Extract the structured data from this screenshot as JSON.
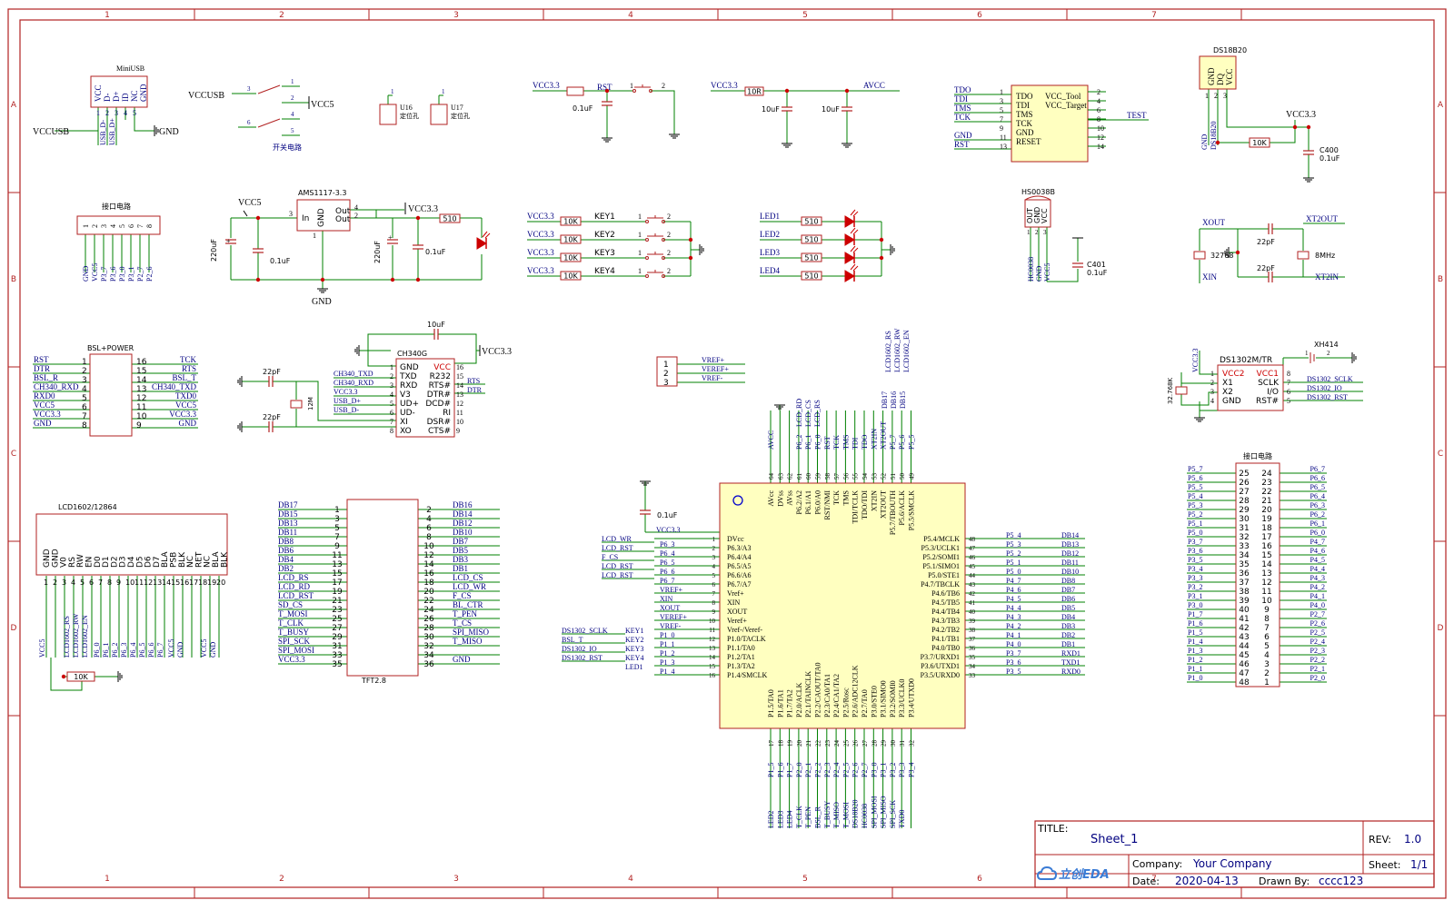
{
  "colors": {
    "frame": "#b22222",
    "wire": "#008000",
    "part": "#b22222",
    "label": "#000080",
    "net": "#000000",
    "ic_fill": "#ffffc0",
    "junction": "#cc0000",
    "title_text": "#000080"
  },
  "grid": {
    "cols": [
      "1",
      "2",
      "3",
      "4",
      "5",
      "6",
      "7"
    ],
    "rows": [
      "A",
      "B",
      "C",
      "D"
    ]
  },
  "title_block": {
    "title_label": "TITLE:",
    "title": "Sheet_1",
    "rev_label": "REV:",
    "rev": "1.0",
    "company_label": "Company:",
    "company": "Your Company",
    "sheet_label": "Sheet:",
    "sheet": "1/1",
    "date_label": "Date:",
    "date": "2020-04-13",
    "drawn_label": "Drawn By:",
    "drawn": "cccc123",
    "logo_text": "立创EDA"
  },
  "blocks": {
    "miniusb": {
      "name": "MiniUSB",
      "pins": [
        "VCC",
        "D-",
        "D+",
        "ID",
        "NC",
        "GND"
      ],
      "pin_nums": [
        "1",
        "2",
        "3",
        "4",
        "5"
      ],
      "nets_bottom": [
        "USB_D-",
        "USB_D+"
      ],
      "left_net": "VCCUSB",
      "right_net": "GND"
    },
    "switch": {
      "left_net": "VCCUSB",
      "right_net": "VCC5",
      "caption": "开关电路",
      "pins": [
        "1",
        "2",
        "3",
        "4",
        "5",
        "6"
      ]
    },
    "mount": [
      {
        "ref": "U16",
        "desc": "定位孔",
        "pin": "1"
      },
      {
        "ref": "U17",
        "desc": "定位孔",
        "pin": "1"
      }
    ],
    "reset": {
      "vcc": "VCC3.3",
      "net": "RST",
      "cap": "0.1uF",
      "p1": "1",
      "p2": "2"
    },
    "avcc": {
      "vcc": "VCC3.3",
      "res": "10R",
      "net": "AVCC",
      "c1": "10uF",
      "c2": "10uF"
    },
    "jtag": {
      "left": [
        "TDO",
        "TDI",
        "TMS",
        "TCK",
        "GND",
        "RST"
      ],
      "left_nums": [
        "1",
        "3",
        "5",
        "7",
        "9",
        "11",
        "13"
      ],
      "inner_left": [
        "TDO",
        "TDI",
        "TMS",
        "TCK",
        "GND",
        "RESET"
      ],
      "inner_right": [
        "VCC_Tool",
        "VCC_Target"
      ],
      "right_nums": [
        "2",
        "4",
        "6",
        "8",
        "10",
        "12",
        "14"
      ],
      "right_net": "TEST"
    },
    "ds18b20": {
      "name": "DS18B20",
      "pins": [
        "GND",
        "DQ",
        "VCC"
      ],
      "pin_nums": [
        "1",
        "2",
        "3"
      ],
      "nets": [
        "GND",
        "DS18B20"
      ],
      "res": "10K",
      "vcc": "VCC3.3",
      "cap_ref": "C400",
      "cap": "0.1uF"
    },
    "header8": {
      "name": "接口电路",
      "pins": [
        "1",
        "2",
        "3",
        "4",
        "5",
        "6",
        "7",
        "8"
      ],
      "nets": [
        "GND",
        "VCC5",
        "P3_7",
        "P3_6",
        "P3_0",
        "P3_1",
        "P2_7",
        "P2_6"
      ]
    },
    "regulator": {
      "vin": "VCC5",
      "name": "AMS1117-3.3",
      "pins": [
        "In",
        "GND",
        "Out",
        "Out"
      ],
      "pin_nums": [
        "3",
        "1",
        "4",
        "2"
      ],
      "vout": "VCC3.3",
      "res": "510",
      "c1": "220uF",
      "c2": "0.1uF",
      "c3": "220uF",
      "c4": "0.1uF",
      "gnd": "GND"
    },
    "keys": {
      "vcc": [
        "VCC3.3",
        "VCC3.3",
        "VCC3.3",
        "VCC3.3"
      ],
      "res": [
        "10K",
        "10K",
        "10K",
        "10K"
      ],
      "names": [
        "KEY1",
        "KEY2",
        "KEY3",
        "KEY4"
      ]
    },
    "leds": {
      "names": [
        "LED1",
        "LED2",
        "LED3",
        "LED4"
      ],
      "res": [
        "510",
        "510",
        "510",
        "510"
      ]
    },
    "hs0038": {
      "name": "HS0038B",
      "pins": [
        "OUT",
        "GND",
        "VCC"
      ],
      "pin_nums": [
        "1",
        "2",
        "3"
      ],
      "nets": [
        "HC0038",
        "GND",
        "VCC5"
      ],
      "cap_ref": "C401",
      "cap": "0.1uF"
    },
    "crystals": {
      "xout": "XOUT",
      "xin": "XIN",
      "xt2out": "XT2OUT",
      "xt2in": "XT2IN",
      "x1": "32768",
      "x2": "8MHz",
      "c": "22pF"
    },
    "bsl": {
      "name": "BSL+POWER",
      "left": [
        "RST",
        "DTR",
        "BSL_R",
        "CH340_RXD",
        "RXD0",
        "VCC5",
        "VCC3.3",
        "GND"
      ],
      "left_nums": [
        "1",
        "2",
        "3",
        "4",
        "5",
        "6",
        "7",
        "8"
      ],
      "right_nums": [
        "16",
        "15",
        "14",
        "13",
        "12",
        "11",
        "10",
        "9"
      ],
      "right": [
        "TCK",
        "RTS",
        "BSL_T",
        "CH340_TXD",
        "TXD0",
        "VCC5",
        "VCC3.3",
        "GND"
      ]
    },
    "ch340": {
      "name": "CH340G",
      "cap": "10uF",
      "vcc": "VCC3.3",
      "c1": "22pF",
      "c2": "22pF",
      "xtal": "12M",
      "left": [
        "GND",
        "TXD",
        "RXD",
        "V3",
        "UD+",
        "UD-",
        "XI",
        "XO"
      ],
      "left_nums": [
        "1",
        "2",
        "3",
        "4",
        "5",
        "6",
        "7",
        "8"
      ],
      "right": [
        "VCC",
        "R232",
        "RTS#",
        "DTR#",
        "DCD#",
        "RI",
        "DSR#",
        "CTS#"
      ],
      "right_nums": [
        "16",
        "15",
        "14",
        "13",
        "12",
        "11",
        "10",
        "9"
      ],
      "nets_left": [
        "CH340_TXD",
        "CH340_RXD",
        "VCC3.3",
        "USB_D+",
        "USB_D-"
      ],
      "nets_right": [
        "RTS",
        "DTR"
      ]
    },
    "vref": {
      "pins": [
        "1",
        "2",
        "3"
      ],
      "nets": [
        "VREF+",
        "VEREF+",
        "VREF-"
      ]
    },
    "ds1302": {
      "name": "DS1302M/TR",
      "xtal": "32.768K",
      "bat": "XH414",
      "bat_pins": [
        "1",
        "2"
      ],
      "vcc": "VCC3.3",
      "left": [
        "VCC2",
        "X1",
        "X2",
        "GND"
      ],
      "left_nums": [
        "1",
        "2",
        "3",
        "4"
      ],
      "right": [
        "VCC1",
        "SCLK",
        "I/O",
        "RST#"
      ],
      "right_nums": [
        "8",
        "7",
        "6",
        "5"
      ],
      "nets": [
        "DS1302_SCLK",
        "DS1302_IO",
        "DS1302_RST"
      ]
    },
    "lcd1602": {
      "name": "LCD1602/12864",
      "pins": [
        "GND",
        "GND",
        "V0",
        "RS",
        "RW",
        "EN",
        "D0",
        "D1",
        "D2",
        "D3",
        "D4",
        "D5",
        "D6",
        "D7",
        "BLA",
        "PSB",
        "BLK",
        "NC",
        "RET",
        "NC",
        "BLA",
        "BLK"
      ],
      "nums": [
        "1",
        "2",
        "3",
        "4",
        "5",
        "6",
        "7",
        "8",
        "9",
        "10",
        "11",
        "12",
        "13",
        "14",
        "15",
        "16",
        "17",
        "18",
        "19",
        "20"
      ],
      "nets": [
        "VCC5",
        "LCD1602_RS",
        "LCD1602_RW",
        "LCD1602_EN",
        "P6_0",
        "P6_1",
        "P6_2",
        "P6_3",
        "P6_4",
        "P6_5",
        "P6_6",
        "P6_7",
        "VCC5",
        "GND",
        "VCC5",
        "GND"
      ],
      "pot": "10K"
    },
    "tft": {
      "name": "TFT2.8",
      "left": [
        "DB17",
        "DB15",
        "DB13",
        "DB11",
        "DB8",
        "DB6",
        "DB4",
        "DB2",
        "LCD_RS",
        "LCD_RD",
        "LCD_RST",
        "SD_CS",
        "T_MOSI",
        "T_CLK",
        "T_BUSY",
        "SPI_SCK",
        "SPI_MOSI",
        "VCC3.3"
      ],
      "left_nums": [
        "1",
        "3",
        "5",
        "7",
        "9",
        "11",
        "13",
        "15",
        "17",
        "19",
        "21",
        "23",
        "25",
        "27",
        "29",
        "31",
        "33",
        "35"
      ],
      "right_nums": [
        "2",
        "4",
        "6",
        "8",
        "10",
        "12",
        "14",
        "16",
        "18",
        "20",
        "22",
        "24",
        "26",
        "28",
        "30",
        "32",
        "34",
        "36"
      ],
      "right": [
        "DB16",
        "DB14",
        "DB12",
        "DB10",
        "DB7",
        "DB5",
        "DB3",
        "DB1",
        "LCD_CS",
        "LCD_WR",
        "F_CS",
        "BL_CTR",
        "T_PEN",
        "T_CS",
        "SPI_MISO",
        "T_MISO",
        "",
        "GND"
      ]
    },
    "mcu": {
      "left_nets": [
        "VCC3.3",
        "LCD_WR",
        "LCD_RST",
        "F_CS",
        "LCD_RST",
        "LCD_RST",
        "",
        "",
        "",
        "",
        "",
        "",
        "DS1302_SCLK",
        "BSL_T",
        "DS1302_IO",
        "DS1302_RST",
        ""
      ],
      "left_ports": [
        "",
        "P6_3",
        "P6_4",
        "P6_5",
        "P6_6",
        "P6_7",
        "VREF+",
        "XIN",
        "XOUT",
        "VEREF+",
        "VREF-",
        "P1_0",
        "P1_1",
        "P1_2",
        "P1_3",
        "P1_4"
      ],
      "left_keys": [
        "KEY1",
        "KEY2",
        "KEY3",
        "KEY4",
        "LED1"
      ],
      "left_pins": [
        "DVcc",
        "P6.3/A3",
        "P6.4/A4",
        "P6.5/A5",
        "P6.6/A6",
        "P6.7/A7",
        "Vref+",
        "XIN",
        "XOUT",
        "Veref+",
        "Vref-/Veref-",
        "P1.0/TACLK",
        "P1.1/TA0",
        "P1.2/TA1",
        "P1.3/TA2",
        "P1.4/SMCLK"
      ],
      "left_nums": [
        "1",
        "2",
        "3",
        "4",
        "5",
        "6",
        "7",
        "8",
        "9",
        "10",
        "11",
        "12",
        "13",
        "14",
        "15",
        "16"
      ],
      "right_pins": [
        "P5.4/MCLK",
        "P5.3/UCLK1",
        "P5.2/SOMI1",
        "P5.1/SIMO1",
        "P5.0/STE1",
        "P4.7/TBCLK",
        "P4.6/TB6",
        "P4.5/TB5",
        "P4.4/TB4",
        "P4.3/TB3",
        "P4.2/TB2",
        "P4.1/TB1",
        "P4.0/TB0",
        "P3.7/URXD1",
        "P3.6/UTXD1",
        "P3.5/URXD0"
      ],
      "right_nums": [
        "48",
        "47",
        "46",
        "45",
        "44",
        "43",
        "42",
        "41",
        "40",
        "39",
        "38",
        "37",
        "36",
        "35",
        "34",
        "33"
      ],
      "right_ports": [
        "P5_4",
        "P5_3",
        "P5_2",
        "P5_1",
        "P5_0",
        "P4_7",
        "P4_6",
        "P4_5",
        "P4_4",
        "P4_3",
        "P4_2",
        "P4_1",
        "P4_0",
        "P3_7",
        "P3_6",
        "P3_5"
      ],
      "right_nets": [
        "DB14",
        "DB13",
        "DB12",
        "DB11",
        "DB10",
        "DB8",
        "DB7",
        "DB6",
        "DB5",
        "DB4",
        "DB3",
        "DB2",
        "DB1",
        "RXD1",
        "TXD1",
        "RXD0"
      ],
      "top_pins": [
        "AVcc",
        "DVss",
        "AVss",
        "P6.2/A2",
        "P6.1/A1",
        "P6.0/A0",
        "RST/NMI",
        "TCK",
        "TMS",
        "TDI/TCLK",
        "TDO/TDI",
        "XT2IN",
        "XT2OUT",
        "P5.7/TBOUTH",
        "P5.6/ACLK",
        "P5.5/SMCLK"
      ],
      "top_nums": [
        "64",
        "63",
        "62",
        "61",
        "60",
        "59",
        "58",
        "57",
        "56",
        "55",
        "54",
        "53",
        "52",
        "51",
        "50",
        "49"
      ],
      "top_ports": [
        "AVCC",
        "",
        "",
        "P6_2",
        "P6_1",
        "P6_0",
        "RST",
        "TCK",
        "TMS",
        "TDI",
        "TDO",
        "XT2IN",
        "XT2OUT",
        "P5_7",
        "P5_6",
        "P5_5"
      ],
      "top_nets": [
        "LCD_RD",
        "LCD_CS",
        "LCD_RS",
        "DB17",
        "DB16",
        "DB15",
        "LCD1602_RS",
        "LCD1602_RW",
        "LCD1602_EN"
      ],
      "bottom_pins": [
        "P1.5/TA0",
        "P1.6/TA1",
        "P1.7/TA2",
        "P2.0/ACLK",
        "P2.1/TAINCLK",
        "P2.2/CAOUT/TA0",
        "P2.3/CA0/TA1",
        "P2.4/CA1/TA2",
        "P2.5/Rosc",
        "P2.6/ADC12CLK",
        "P2.7/TA0",
        "P3.0/STE0",
        "P3.1/SIMO0",
        "P3.2/SOMI0",
        "P3.3/UCLK0",
        "P3.4/UTXD0"
      ],
      "bottom_nums": [
        "17",
        "18",
        "19",
        "20",
        "21",
        "22",
        "23",
        "24",
        "25",
        "26",
        "27",
        "28",
        "29",
        "30",
        "31",
        "32"
      ],
      "bottom_ports": [
        "P1_5",
        "P1_6",
        "P1_7",
        "P2_0",
        "P2_1",
        "P2_2",
        "P2_3",
        "P2_4",
        "P2_5",
        "P2_6",
        "P2_7",
        "P3_0",
        "P3_1",
        "P3_2",
        "P3_3",
        "P3_4"
      ],
      "bottom_nets": [
        "LED2",
        "LED3",
        "LED4",
        "T_CLK",
        "T_PEN",
        "BSL_R",
        "T_BUSY",
        "T_MISO",
        "T_MOSI",
        "DS18B20",
        "HC0038",
        "SPI_MOSI",
        "SPI_MISO",
        "SPI_SCK",
        "TXD0"
      ],
      "cap": "0.1uF"
    },
    "header48": {
      "name": "接口电路",
      "left_ports": [
        "P5_7",
        "P5_6",
        "P5_5",
        "P5_4",
        "P5_3",
        "P5_2",
        "P5_1",
        "P5_0",
        "P3_7",
        "P3_6",
        "P3_5",
        "P3_4",
        "P3_3",
        "P3_2",
        "P3_1",
        "P3_0",
        "P1_7",
        "P1_6",
        "P1_5",
        "P1_4",
        "P1_3",
        "P1_2",
        "P1_1",
        "P1_0"
      ],
      "left_nums": [
        "25",
        "26",
        "27",
        "28",
        "29",
        "30",
        "31",
        "32",
        "33",
        "34",
        "35",
        "36",
        "37",
        "38",
        "39",
        "40",
        "41",
        "42",
        "43",
        "44",
        "45",
        "46",
        "47",
        "48"
      ],
      "right_nums": [
        "24",
        "23",
        "22",
        "21",
        "20",
        "19",
        "18",
        "17",
        "16",
        "15",
        "14",
        "13",
        "12",
        "11",
        "10",
        "9",
        "8",
        "7",
        "6",
        "5",
        "4",
        "3",
        "2",
        "1"
      ],
      "right_ports": [
        "P6_7",
        "P6_6",
        "P6_5",
        "P6_4",
        "P6_3",
        "P6_2",
        "P6_1",
        "P6_0",
        "P4_7",
        "P4_6",
        "P4_5",
        "P4_4",
        "P4_3",
        "P4_2",
        "P4_1",
        "P4_0",
        "P2_7",
        "P2_6",
        "P2_5",
        "P2_4",
        "P2_3",
        "P2_2",
        "P2_1",
        "P2_0"
      ]
    }
  }
}
